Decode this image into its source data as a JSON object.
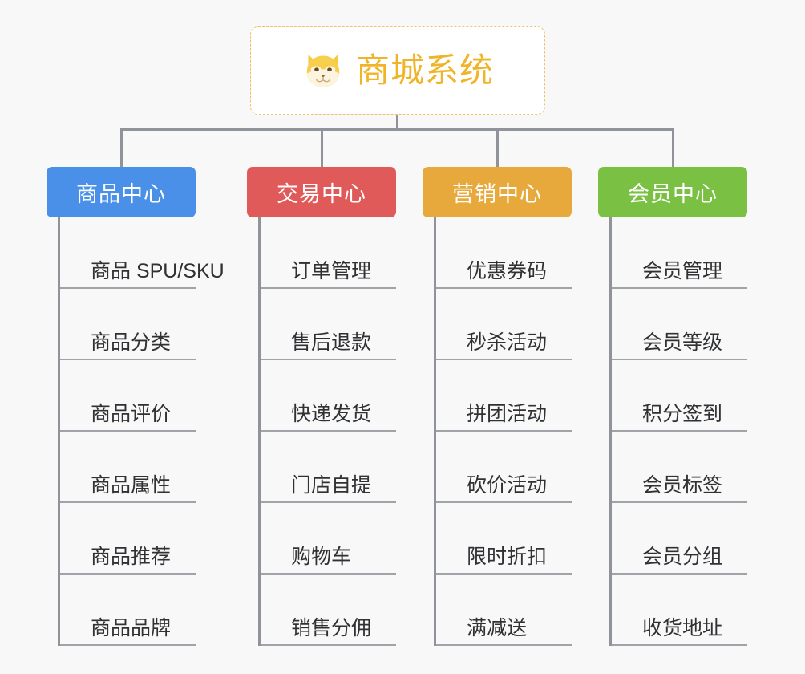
{
  "page": {
    "background_color": "#f8f8f8",
    "connector_color": "#909399",
    "leaf_text_color": "#303133",
    "leaf_rule_color": "#a0a3a8"
  },
  "root": {
    "title": "商城系统",
    "icon": "shiba-dog-icon",
    "text_color": "#f0b429",
    "border_color": "#f0c26a",
    "background_color": "#ffffff"
  },
  "columns": [
    {
      "header": "商品中心",
      "color": "#4a90e8",
      "items": [
        "商品 SPU/SKU",
        "商品分类",
        "商品评价",
        "商品属性",
        "商品推荐",
        "商品品牌"
      ]
    },
    {
      "header": "交易中心",
      "color": "#e15a5a",
      "items": [
        "订单管理",
        "售后退款",
        "快递发货",
        "门店自提",
        "购物车",
        "销售分佣"
      ]
    },
    {
      "header": "营销中心",
      "color": "#e8a93c",
      "items": [
        "优惠券码",
        "秒杀活动",
        "拼团活动",
        "砍价活动",
        "限时折扣",
        "满减送"
      ]
    },
    {
      "header": "会员中心",
      "color": "#7ac143",
      "items": [
        "会员管理",
        "会员等级",
        "积分签到",
        "会员标签",
        "会员分组",
        "收货地址"
      ]
    }
  ]
}
